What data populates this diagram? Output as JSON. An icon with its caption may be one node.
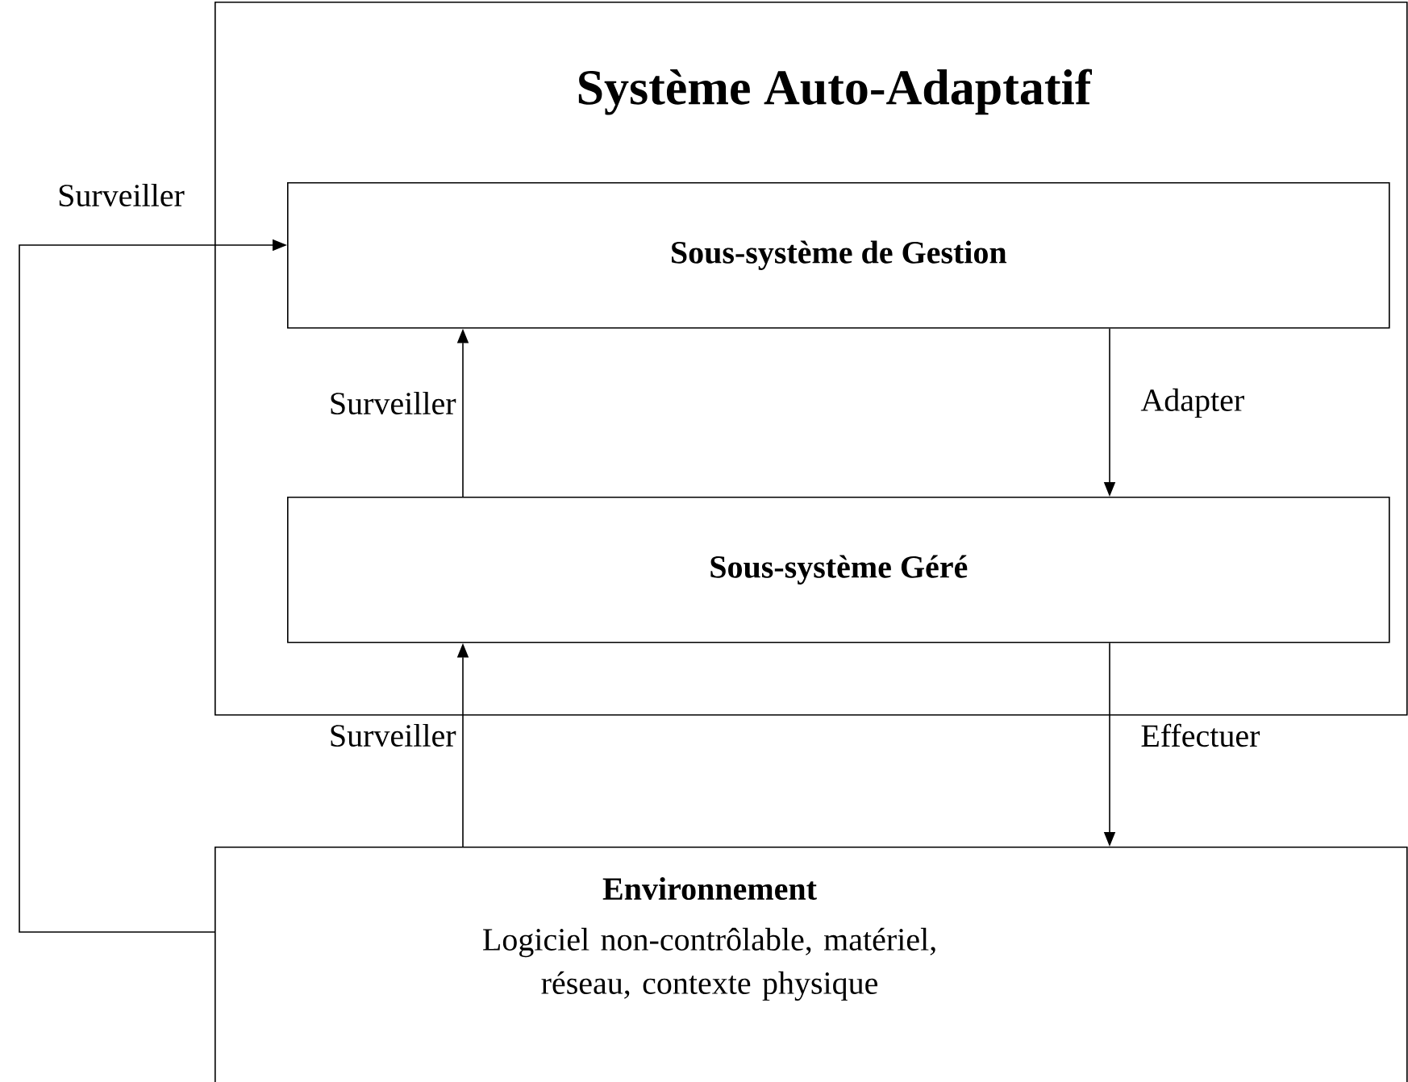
{
  "diagram": {
    "nodes": [
      {
        "text": [
          "Système Auto-Adaptatif"
        ]
      },
      {
        "text": [
          "Sous-système de Gestion"
        ],
        "in": 0
      },
      {
        "text": [
          "Sous-système Géré"
        ],
        "in": 0
      },
      {
        "text": [
          "Environnement",
          "Logiciel non-contrôlable, matériel, réseau, contexte physique"
        ]
      }
    ],
    "edges": [
      {
        "from": 2,
        "to": 1,
        "arrow": "to",
        "label": "Surveiller"
      },
      {
        "from": 1,
        "to": 2,
        "arrow": "to",
        "label": "Adapter"
      },
      {
        "from": 3,
        "to": 2,
        "arrow": "to",
        "label": "Surveiller"
      },
      {
        "from": 2,
        "to": 3,
        "arrow": "to",
        "label": "Effectuer"
      },
      {
        "from": 3,
        "to": 1,
        "arrow": "to",
        "label": "Surveiller"
      }
    ]
  }
}
